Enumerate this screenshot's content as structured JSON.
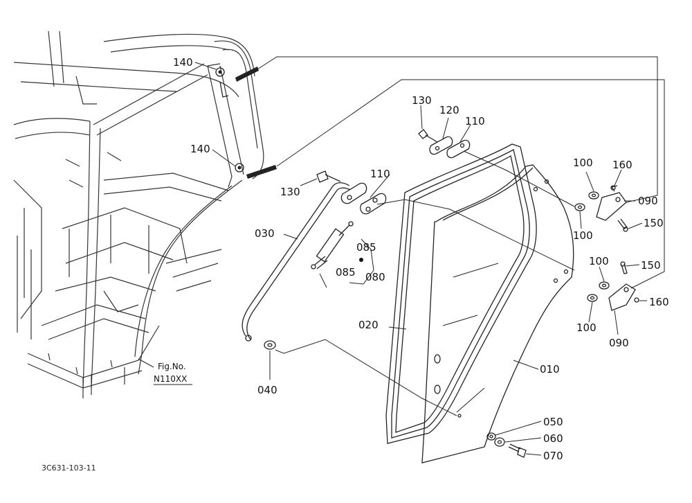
{
  "figure": {
    "ref_label": "Fig.No.",
    "ref_code": "N110XX",
    "drawing_number": "3C631-103-11"
  },
  "callouts": {
    "p010": "010",
    "p020": "020",
    "p030": "030",
    "p040": "040",
    "p050": "050",
    "p060": "060",
    "p070": "070",
    "p080": "080",
    "p085a": "085",
    "p085b": "085",
    "p090a": "090",
    "p090b": "090",
    "p100a": "100",
    "p100b": "100",
    "p100c": "100",
    "p100d": "100",
    "p110a": "110",
    "p110b": "110",
    "p120": "120",
    "p130a": "130",
    "p130b": "130",
    "p140a": "140",
    "p140b": "140",
    "p150a": "150",
    "p150b": "150",
    "p160a": "160",
    "p160b": "160"
  }
}
